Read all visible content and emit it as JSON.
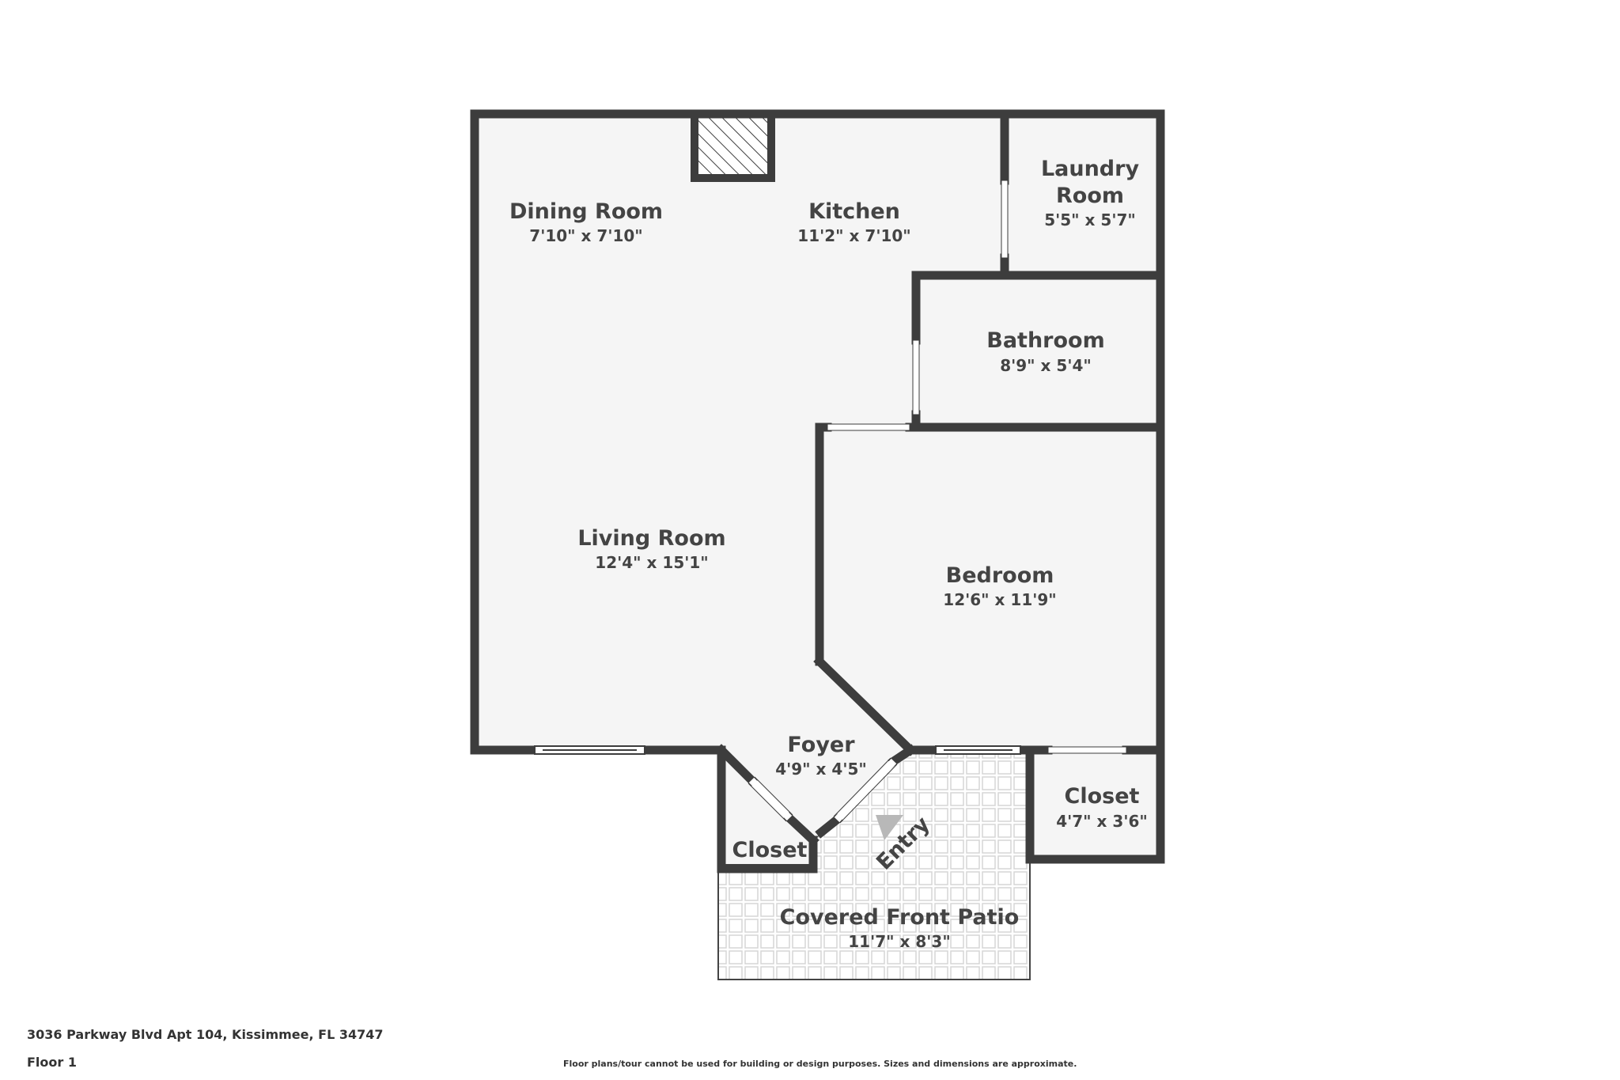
{
  "colors": {
    "wall": "#3d3d3d",
    "floor": "#f5f5f5",
    "text": "#444444",
    "entry_arrow": "#b8b8b8"
  },
  "rooms": {
    "dining_room": {
      "name": "Dining Room",
      "dims": "7'10\" x 7'10\""
    },
    "kitchen": {
      "name": "Kitchen",
      "dims": "11'2\" x 7'10\""
    },
    "laundry_room": {
      "name_line1": "Laundry",
      "name_line2": "Room",
      "dims": "5'5\" x 5'7\""
    },
    "bathroom": {
      "name": "Bathroom",
      "dims": "8'9\" x 5'4\""
    },
    "living_room": {
      "name": "Living Room",
      "dims": "12'4\" x 15'1\""
    },
    "bedroom": {
      "name": "Bedroom",
      "dims": "12'6\" x 11'9\""
    },
    "foyer": {
      "name": "Foyer",
      "dims": "4'9\" x 4'5\""
    },
    "closet_foyer": {
      "name": "Closet"
    },
    "closet_bedroom": {
      "name": "Closet",
      "dims": "4'7\" x 3'6\""
    },
    "patio": {
      "name": "Covered Front Patio",
      "dims": "11'7\" x 8'3\""
    }
  },
  "entry_label": "Entry",
  "footer": {
    "address": "3036 Parkway Blvd Apt 104, Kissimmee, FL 34747",
    "floor": "Floor 1",
    "disclaimer": "Floor plans/tour cannot be used for building or design purposes. Sizes and dimensions are approximate."
  }
}
